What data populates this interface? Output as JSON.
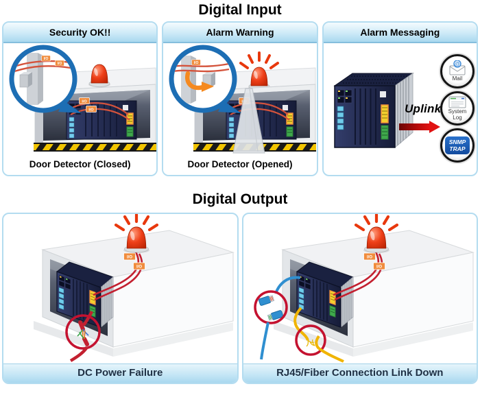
{
  "page": {
    "background": "#ffffff"
  },
  "sections": {
    "digital_input": {
      "title": "Digital Input",
      "panels": {
        "security_ok": {
          "header": "Security OK!!",
          "caption": "Door Detector (Closed)"
        },
        "alarm_warning": {
          "header": "Alarm Warning",
          "caption": "Door Detector (Opened)"
        },
        "alarm_messaging": {
          "header": "Alarm Messaging"
        }
      }
    },
    "digital_output": {
      "title": "Digital Output",
      "panels": {
        "dc_power_failure": {
          "caption": "DC Power Failure"
        },
        "rj45_fiber_link_down": {
          "caption": "RJ45/Fiber Connection Link Down"
        }
      }
    }
  },
  "alarm_messaging": {
    "uplink_label": "Uplink",
    "targets": [
      {
        "label": "Mail",
        "glyph": "@",
        "icon": "mail-icon"
      },
      {
        "label": "System Log",
        "icon": "system-log-icon"
      },
      {
        "label": "SNMP TRAP",
        "icon": "snmp-trap-icon"
      }
    ]
  },
  "labels": {
    "io_tag": "I/O"
  },
  "colors": {
    "panel_border": "#b3dcf0",
    "header_gradient_top": "#f4fbfe",
    "header_gradient_bottom": "#a9d8ef",
    "caption_text": "#1f3044",
    "beacon_red": "#ee3f18",
    "ray_red": "#e8380d",
    "magnifier_blue": "#1d6eb4",
    "alert_circle_red": "#c41230",
    "switch_navy": "#232a4d",
    "cable_red": "#c32030",
    "cable_blue": "#2f8fd0",
    "cable_yellow": "#f0b400",
    "io_tag_orange": "#f08c3c",
    "uplink_arrow_red": "#d01010",
    "snmp_badge_blue": "#1a5eb8",
    "hazard_yellow": "#f2c500"
  }
}
